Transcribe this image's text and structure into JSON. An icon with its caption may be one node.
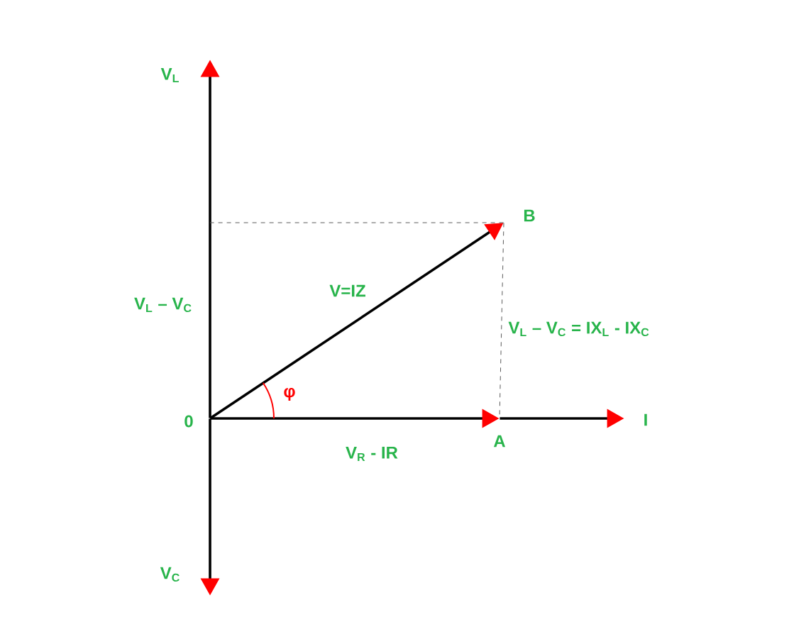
{
  "diagram": {
    "nodes": [
      {
        "text": [],
        "shape": "point",
        "beside": [
          "0"
        ]
      },
      {
        "text": [],
        "shape": "point",
        "beside": [
          "V$_{L}$"
        ]
      },
      {
        "text": [],
        "shape": "point",
        "beside": [
          "V$_{C}$"
        ]
      },
      {
        "text": [],
        "shape": "point",
        "beside": [
          "I"
        ]
      },
      {
        "text": [],
        "shape": "point",
        "beside": [
          "B"
        ]
      },
      {
        "text": [],
        "shape": "point",
        "beside": [
          "A"
        ]
      }
    ],
    "edges": [
      {
        "from": 0,
        "to": 1,
        "arrow": "to"
      },
      {
        "from": 0,
        "to": 2,
        "arrow": "to"
      },
      {
        "from": 0,
        "to": 5,
        "arrow": "to",
        "label": "V$_{R}$ - IR"
      },
      {
        "from": 5,
        "to": 3,
        "arrow": "to"
      },
      {
        "from": 0,
        "to": 4,
        "arrow": "to",
        "label": "V=IZ"
      },
      {
        "from": 4,
        "to": 5,
        "arrow": "none",
        "style": "dashed",
        "label": "V$_{L}$ – V$_{C}$ = IX$_{L}$ - IX$_{C}$"
      },
      {
        "from": 4,
        "to": null,
        "arrow": "none",
        "style": "dashed"
      }
    ],
    "labels": [
      "V$_{L}$ – V$_{C}$",
      "φ"
    ]
  }
}
